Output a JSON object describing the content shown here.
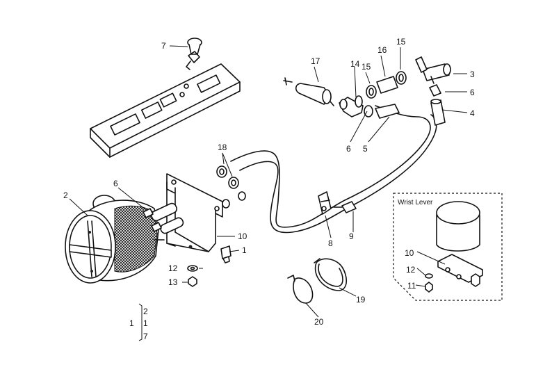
{
  "callouts": {
    "c1": "1",
    "c2": "2",
    "c3": "3",
    "c4": "4",
    "c5": "5",
    "c6a": "6",
    "c6b": "6",
    "c6c": "6",
    "c7": "7",
    "c8": "8",
    "c9": "9",
    "c10": "10",
    "c12": "12",
    "c13": "13",
    "c14": "14",
    "c15a": "15",
    "c15b": "15",
    "c16": "16",
    "c17": "17",
    "c18": "18",
    "c19": "19",
    "c20": "20"
  },
  "inset": {
    "title": "Wrist Lever",
    "c10": "10",
    "c11": "11",
    "c12": "12"
  },
  "assembly_group": {
    "main": "1",
    "members": [
      "2",
      "1",
      "7"
    ]
  }
}
